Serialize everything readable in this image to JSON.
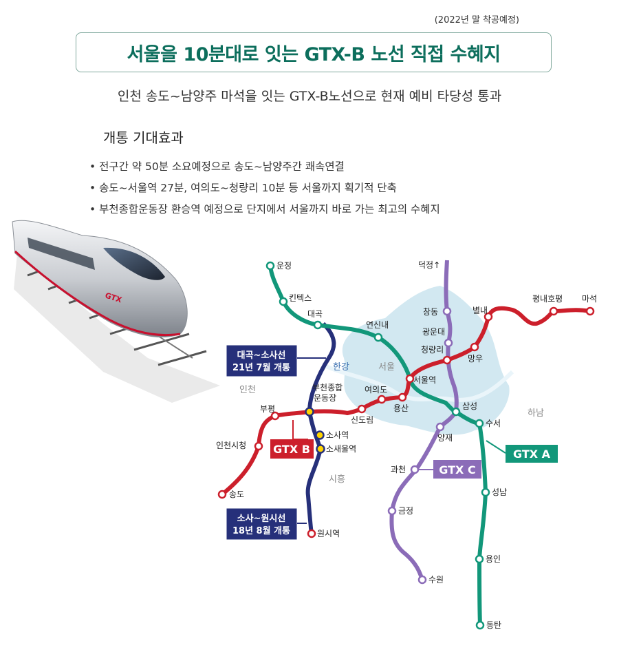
{
  "header": {
    "note": "(2022년 말 착공예정)",
    "title": "서울을 10분대로 잇는 GTX-B 노선 직접 수혜지",
    "subtitle": "인천 송도~남양주 마석을 잇는 GTX-B노선으로 현재 예비 타당성 통과"
  },
  "effects": {
    "heading": "개통 기대효과",
    "items": [
      "전구간 약 50분 소요예정으로 송도~남양주간 쾌속연결",
      "송도~서울역 27분, 여의도~청량리 10분 등 서울까지 획기적 단축",
      "부천종합운동장 환승역 예정으로 단지에서 서울까지 바로 가는 최고의 수혜지"
    ]
  },
  "map": {
    "areas": {
      "incheon": "인천",
      "seoul": "서울",
      "hangang": "한강",
      "hanam": "하남",
      "siheung": "시흥"
    },
    "lines": {
      "gtx_a": {
        "name": "GTX A",
        "color": "#12977a"
      },
      "gtx_b": {
        "name": "GTX B",
        "color": "#cc1f2b"
      },
      "gtx_c": {
        "name": "GTX C",
        "color": "#8b6cb8"
      },
      "sosa": {
        "color": "#26307a"
      }
    },
    "callouts": {
      "daegok_sosa_1": "대곡~소사선",
      "daegok_sosa_2": "21년 7월 개통",
      "sosa_wonsi_1": "소사~원시선",
      "sosa_wonsi_2": "18년 8월 개통"
    },
    "stations": {
      "unjeong": "운정",
      "kintex": "킨텍스",
      "daegok": "대곡",
      "yeonsinnae": "연신내",
      "deokjeong": "덕정↑",
      "changdong": "창동",
      "gwangundae": "광운대",
      "byeollae": "별내",
      "pyeongnae": "평내호평",
      "maseok": "마석",
      "cheongnyangni": "청량리",
      "mangu": "망우",
      "seoulstation": "서울역",
      "yeouido": "여의도",
      "yongsan": "용산",
      "sindorim": "신도림",
      "bucheon1": "부천종합",
      "bucheon2": "운동장",
      "bupyeong": "부평",
      "incheoncityhall": "인천시청",
      "songdo": "송도",
      "sosa": "소사역",
      "sosaeul": "소새울역",
      "wonsi": "원시역",
      "samseong": "삼성",
      "suseo": "수서",
      "yangjae": "양재",
      "gwacheon": "과천",
      "geumjeong": "금정",
      "suwon": "수원",
      "seongnam": "성남",
      "yongin": "용인",
      "dongtan": "동탄"
    }
  }
}
